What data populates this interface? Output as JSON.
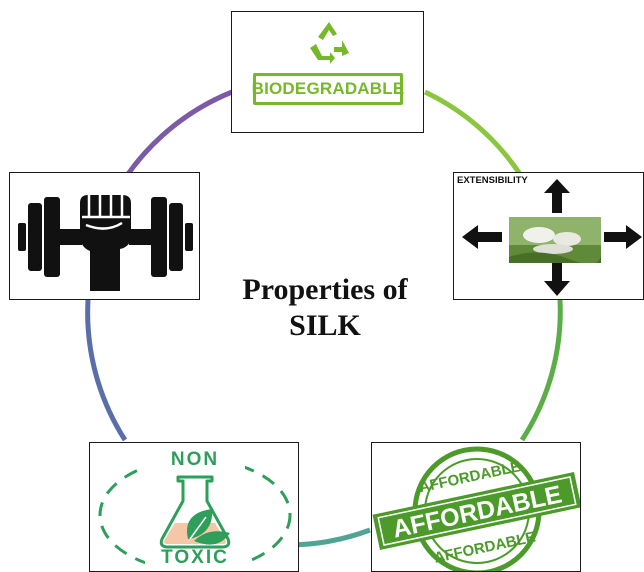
{
  "diagram": {
    "center_title_line1": "Properties of",
    "center_title_line2": "SILK",
    "boxes": {
      "biodegradable": {
        "label": "BIODEGRADABLE",
        "icon": "recycle-icon",
        "color": "#76b82a"
      },
      "extensibility": {
        "label": "EXTENSIBILITY",
        "icon": "four-way-arrows-icon",
        "image": "silk-cocoon-photo"
      },
      "strength": {
        "icon": "dumbbell-fist-icon"
      },
      "non_toxic": {
        "label_top": "NON",
        "label_bottom": "TOXIC",
        "icon": "flask-leaf-icon",
        "color": "#2e9e5b"
      },
      "affordable": {
        "label": "AFFORDABLE",
        "icon": "affordable-stamp",
        "color": "#4c9a2a"
      }
    },
    "ring_colors": [
      "#76b82a",
      "#5aad47",
      "#4fa07a",
      "#5a6faa",
      "#7c5aa6"
    ]
  }
}
